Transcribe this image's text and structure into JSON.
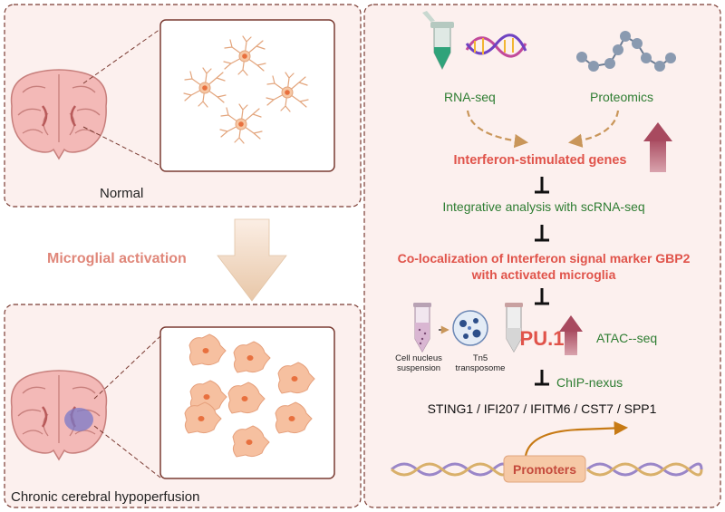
{
  "left_panel": {
    "normal_label": "Normal",
    "transition_label": "Microglial activation",
    "disease_label": "Chronic cerebral hypoperfusion"
  },
  "right_panel": {
    "rna_seq": "RNA-seq",
    "proteomics": "Proteomics",
    "isg": "Interferon-stimulated genes",
    "integrative": "Integrative analysis with scRNA-seq",
    "coloc_line1": "Co-localization of Interferon signal marker GBP2",
    "coloc_line2": "with activated microglia",
    "cell_nucleus_line1": "Cell nucleus",
    "cell_nucleus_line2": "suspension",
    "tn5_line1": "Tn5",
    "tn5_line2": "transposome",
    "pu1": "PU.1",
    "atac": "ATAC--seq",
    "chip": "ChIP-nexus",
    "genes": "STING1 / IFI207 / IFITM6 / CST7 / SPP1",
    "promoters": "Promoters"
  },
  "colors": {
    "panel_bg": "#fcf0ee",
    "panel_border": "#7a3b32",
    "highlight_red": "#e0534a",
    "green_text": "#2e7d32",
    "arrow_tan": "#c9965a",
    "up_arrow": "#b5566a",
    "microglia": "#f4b393",
    "nucleus": "#e8703e"
  },
  "icons": [
    "brain-icon",
    "microglia-icon",
    "pipette-tube-icon",
    "rna-helix-icon",
    "protein-chain-icon",
    "sample-tube-icon",
    "nucleus-dish-icon",
    "dna-strand-icon"
  ]
}
